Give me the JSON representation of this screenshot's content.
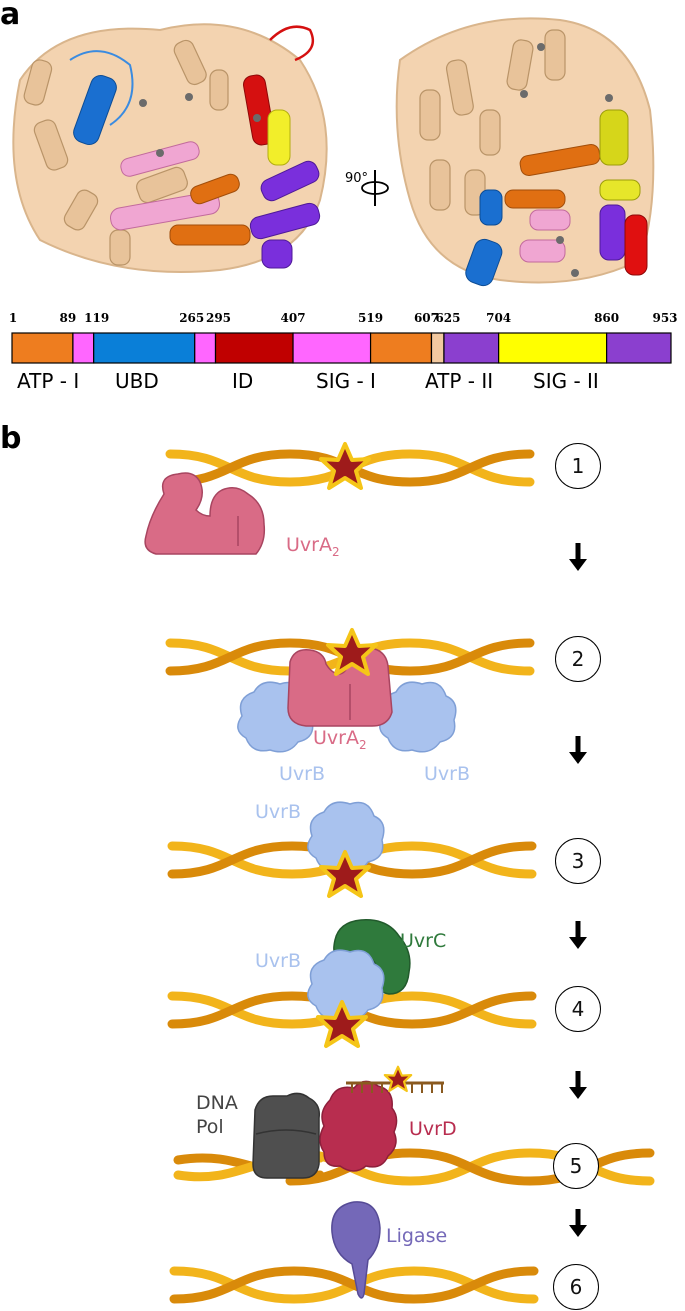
{
  "panels": {
    "a": "a",
    "b": "b"
  },
  "rotation_label": "90°",
  "domain_map": {
    "ticks": [
      "1",
      "89",
      "119",
      "265",
      "295",
      "407",
      "519",
      "607",
      "625",
      "704",
      "860",
      "953"
    ],
    "segments": [
      {
        "start": 1,
        "end": 89,
        "color": "#ee7d1f"
      },
      {
        "start": 89,
        "end": 119,
        "color": "#ff66ff"
      },
      {
        "start": 119,
        "end": 265,
        "color": "#0a7fd8"
      },
      {
        "start": 265,
        "end": 295,
        "color": "#ff66ff"
      },
      {
        "start": 295,
        "end": 407,
        "color": "#c00000"
      },
      {
        "start": 407,
        "end": 519,
        "color": "#ff66ff"
      },
      {
        "start": 519,
        "end": 607,
        "color": "#ee7d1f"
      },
      {
        "start": 607,
        "end": 625,
        "color": "#f2c9a0"
      },
      {
        "start": 625,
        "end": 704,
        "color": "#8b3fcf"
      },
      {
        "start": 704,
        "end": 860,
        "color": "#ffff00"
      },
      {
        "start": 860,
        "end": 953,
        "color": "#8b3fcf"
      }
    ],
    "labels": [
      {
        "text": "ATP - I",
        "color": "#ee7d1f"
      },
      {
        "text": "UBD",
        "color": "#0a7fd8"
      },
      {
        "text": "ID",
        "color": "#c00000"
      },
      {
        "text": "SIG - I",
        "color": "#ff55ff"
      },
      {
        "text": "ATP - II",
        "color": "#8b3fcf"
      },
      {
        "text": "SIG - II",
        "color": "#e6d800"
      }
    ]
  },
  "steps": [
    "1",
    "2",
    "3",
    "4",
    "5",
    "6"
  ],
  "labels": {
    "uvra2_1": "UvrA",
    "uvra2_1_sub": "2",
    "uvra2_2": "UvrA",
    "uvra2_2_sub": "2",
    "uvrb_left": "UvrB",
    "uvrb_right": "UvrB",
    "uvrb_3": "UvrB",
    "uvrb_4": "UvrB",
    "uvrc": "UvrC",
    "dna_pol_1": "DNA",
    "dna_pol_2": "Pol",
    "uvrd": "UvrD",
    "ligase": "Ligase"
  },
  "colors": {
    "dna_a": "#d98a0a",
    "dna_b": "#f2b41b",
    "lesion": "#9e1b1b",
    "lesion_edge": "#f5c518",
    "uvra": "#d96b86",
    "uvrb": "#a9c2ee",
    "uvrc": "#2f7a3c",
    "pol": "#555555",
    "uvrd": "#b82d4f",
    "ligase": "#7468b8"
  }
}
